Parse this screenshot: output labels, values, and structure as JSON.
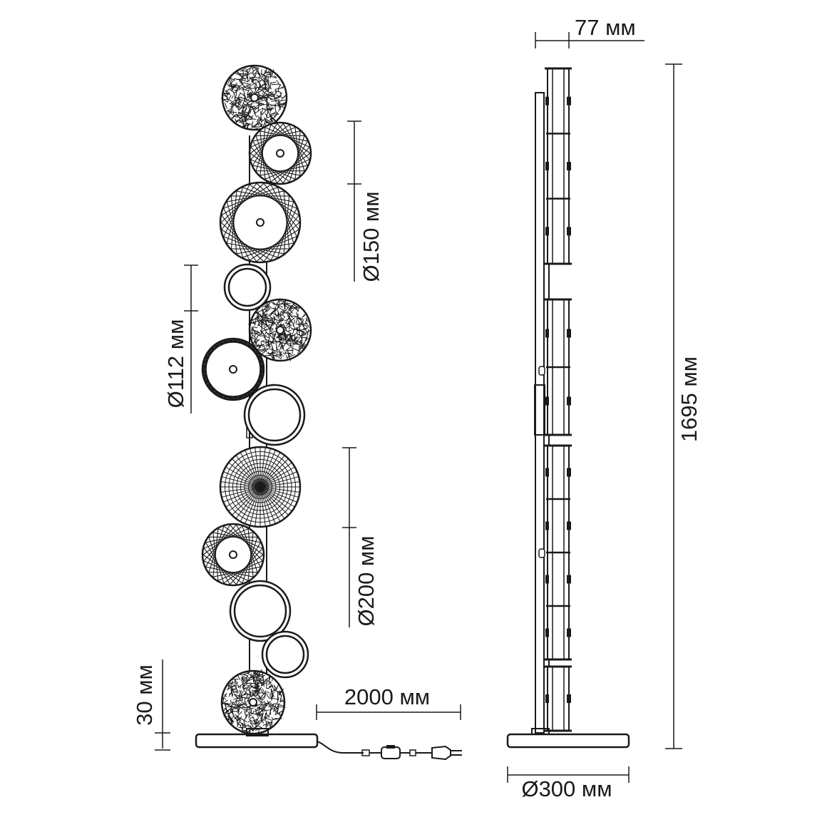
{
  "dimensions": {
    "depth": "77 мм",
    "height": "1695 мм",
    "base_diameter": "Ø300 мм",
    "cable_length": "2000 мм",
    "base_height": "30 мм",
    "shade_small": "Ø112 мм",
    "shade_medium": "Ø150 мм",
    "shade_large": "Ø200 мм"
  },
  "colors": {
    "line": "#1a1a1a",
    "background": "#ffffff"
  }
}
